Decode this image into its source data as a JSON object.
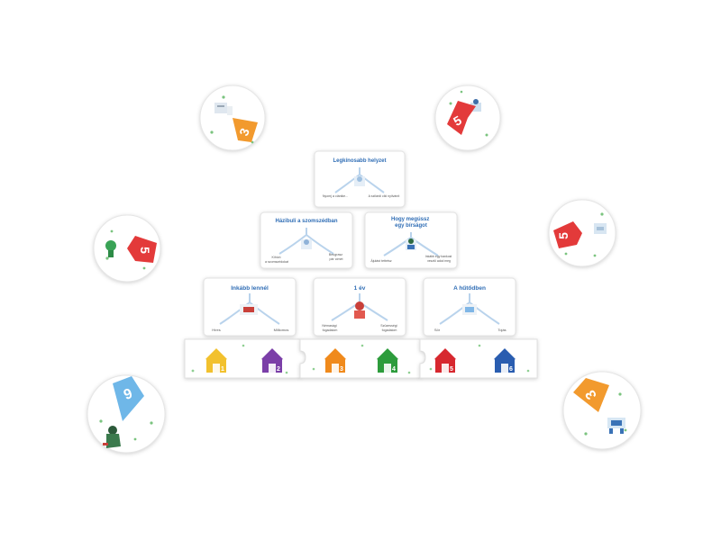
{
  "colors": {
    "arrow_blue": "#2f6db5",
    "arrow_light_blue": "#7fb6e6",
    "house_yellow": "#f2c12e",
    "house_purple": "#7b3fa8",
    "house_orange": "#f08a1c",
    "house_green": "#2d9c3c",
    "house_red": "#d7282f",
    "house_blue": "#2a5db0",
    "spinner_red": "#e33a3a",
    "spinner_orange": "#f29a2e",
    "spinner_blue": "#6fb7e8"
  },
  "cards": {
    "top": {
      "title": "Legkínosabb helyzet",
      "left": "Nyomj a ciánike...",
      "right": "A szilárdi ciki nyilvánít"
    },
    "mid_left": {
      "title": "Házibuli a szomszédban",
      "left": "Kihívó\na szomszédokat",
      "right": "Beugrasz\npár címet"
    },
    "mid_right": {
      "title": "Hogy megússz\negy bírságot",
      "left": "Ájulást tettetsz",
      "right": "Inkább egy bankost\nvesztő adod meg"
    },
    "bottom_left": {
      "title": "Inkább lennél",
      "left": "Híres",
      "right": "Milliomos"
    },
    "bottom_mid": {
      "title": "1 év",
      "left": "Némasági\nfogadalom",
      "right": "Szüzességi\nfogadalom"
    },
    "bottom_right": {
      "title": "A hűtődben",
      "left": "Sör",
      "right": "Tojás"
    }
  },
  "track": {
    "houses": [
      {
        "number": "1",
        "color": "house_yellow"
      },
      {
        "number": "2",
        "color": "house_purple"
      },
      {
        "number": "3",
        "color": "house_orange"
      },
      {
        "number": "4",
        "color": "house_green"
      },
      {
        "number": "5",
        "color": "house_red"
      },
      {
        "number": "6",
        "color": "house_blue"
      }
    ]
  },
  "spinners": [
    {
      "name": "spinner-top-left",
      "number": "3",
      "color": "spinner_orange"
    },
    {
      "name": "spinner-top-right",
      "number": "5",
      "color": "spinner_red"
    },
    {
      "name": "spinner-mid-left",
      "number": "5",
      "color": "spinner_red"
    },
    {
      "name": "spinner-mid-right",
      "number": "5",
      "color": "spinner_red"
    },
    {
      "name": "spinner-bottom-left",
      "number": "6",
      "color": "spinner_blue"
    },
    {
      "name": "spinner-bottom-right",
      "number": "3",
      "color": "spinner_orange"
    }
  ]
}
